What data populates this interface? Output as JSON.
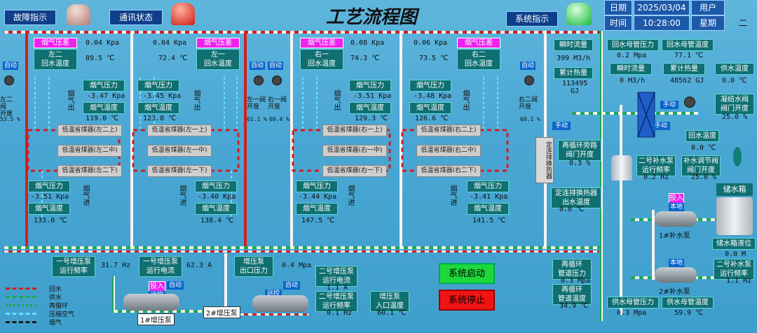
{
  "header": {
    "fault_label": "故障指示",
    "comm_label": "通讯状态",
    "title": "工艺流程图",
    "sys_label": "系统指示",
    "date_label": "日期",
    "date_value": "2025/03/04",
    "user_label": "用户",
    "time_label": "时间",
    "time_value": "10:28:00",
    "weekday_label": "星期",
    "weekday_value": "二"
  },
  "top": {
    "flue_diff_label": "烟气压差",
    "left2": {
      "name": "左二\n回水温度",
      "dp": "0.04 Kpa",
      "temp": "89.5 ℃"
    },
    "left1": {
      "name": "左一\n回水温度",
      "dp": "0.04 Kpa",
      "temp": "72.4 ℃"
    },
    "right1": {
      "name": "右一\n回水温度",
      "dp": "0.08 Kpa",
      "temp": "74.3 ℃"
    },
    "right2": {
      "name": "右二\n回水温度",
      "dp": "0.06 Kpa",
      "temp": "73.5 ℃"
    }
  },
  "valves": {
    "auto": "自动",
    "left2_label": "左二阀\n开度",
    "left2_val": "53.5 %",
    "left1_label": "左一阀\n开度",
    "left1_val": "61.1 %",
    "right1_label": "右一阀\n开度",
    "right1_val": "60.4 %",
    "right2_label": "右二阀\n开度",
    "right2_val": "60.1 %"
  },
  "flue": {
    "pressure_label": "烟气压力",
    "temp_label": "烟气温度",
    "out_label": "烟气出",
    "in_label": "烟气进",
    "a_p": "-3.47 Kpa",
    "a_t": "119.0 ℃",
    "b_p": "-3.45 Kpa",
    "b_t": "123.8 ℃",
    "c_p": "-3.51 Kpa",
    "c_t": "129.3 ℃",
    "d_p": "-3.48 Kpa",
    "d_t": "126.6 ℃",
    "e_p": "-3.51 Kpa",
    "e_t": "133.0 ℃",
    "f_p": "-3.40 Kpa",
    "f_t": "138.4 ℃",
    "g_p": "-3.44 Kpa",
    "g_t": "147.5 ℃",
    "h_p": "-3.41 Kpa",
    "h_t": "141.5 ℃"
  },
  "economizers": {
    "l2": [
      "低温省煤器(左二上)",
      "低温省煤器(左二中)",
      "低温省煤器(左二下)"
    ],
    "l1": [
      "低温省煤器(左一上)",
      "低温省煤器(左一中)",
      "低温省煤器(左一下)"
    ],
    "r1": [
      "低温省煤器(右一上)",
      "低温省煤器(右一中)",
      "低温省煤器(右一下)"
    ],
    "r2": [
      "低温省煤器(右二上)",
      "低温省煤器(右二中)",
      "低温省煤器(右二下)"
    ]
  },
  "right_panel": {
    "inst_flow_label": "瞬时流量",
    "inst_flow_val": "399 M3/h",
    "cum_heat_label": "累计热量",
    "cum_heat_val": "113495\nGJ",
    "hx_label": "定连排换热器",
    "manual": "手动",
    "rec_bypass_label": "再循环旁路\n阀门开度",
    "rec_bypass_val": "0.3 %",
    "hx_out_label": "定连排换热器\n出水温度",
    "hx_out_val": "0.0 ℃",
    "rec_p_label": "再循环\n管道压力",
    "rec_p_val": "0.3 Mpa",
    "rec_t_label": "再循环\n管道温度",
    "rec_t_val": "34.9 ℃",
    "ret_p_label": "回水母管压力",
    "ret_p_val": "0.2 Mpa",
    "ret_t_label": "回水母管温度",
    "ret_t_val": "77.1 ℃",
    "inst_flow2_label": "瞬时流量",
    "inst_flow2_val": "0 M3/h",
    "cum_heat2_label": "累计热量",
    "cum_heat2_val": "48562 GJ",
    "supply_t_label": "供水温度",
    "supply_t_val": "0.0 ℃",
    "cond_valve_label": "凝结水阀\n阀门开度",
    "cond_valve_val": "25.0 %",
    "ret_temp_label": "回水温度",
    "ret_temp_val": "0.0 ℃",
    "mk2_freq_label": "二号补水泵\n运行频率",
    "mk2_freq_val": "0.2 Hz",
    "mk_valve_label": "补水调节阀\n阀门开度",
    "mk_valve_val": "25.0 %",
    "tank_label": "储水箱",
    "tank_level_label": "储水箱液位",
    "tank_level_val": "0.0 M",
    "input": "投入",
    "local": "本地",
    "pump1_label": "1#补水泵",
    "pump2_label": "2#补水泵",
    "mk2_freq2_label": "二号补水泵\n运行频率",
    "mk2_freq2_val": "1.1 Hz",
    "sup_p_label": "供水母管压力",
    "sup_p_val": "0.3 Mpa",
    "sup_t_label": "供水母管温度",
    "sup_t_val": "59.9 ℃"
  },
  "bottom": {
    "b1_freq_label": "一号增压泵\n运行频率",
    "b1_freq_val": "31.7 Hz",
    "b1_cur_label": "一号增压泵\n运行电流",
    "b1_cur_val": "62.3 A",
    "out_p_label": "增压泵\n出口压力",
    "out_p_val": "0.4 Mpa",
    "b2_cur_label": "二号增压泵\n运行电流",
    "b2_cur_val": "1.1 A",
    "b2_freq_label": "二号增压泵\n运行频率",
    "b2_freq_val": "0.1 Hz",
    "in_t_label": "增压泵\n入口温度",
    "in_t_val": "60.1 ℃",
    "input": "投入",
    "auto": "自动",
    "remote": "远控",
    "pump1": "1#增压泵",
    "pump2": "2#增压泵",
    "start": "系统启动",
    "stop": "系统停止"
  },
  "legend": [
    {
      "label": "回水",
      "color": "#d21e1e"
    },
    {
      "label": "供水",
      "color": "#1fa84e"
    },
    {
      "label": "再循环",
      "color": "#1fa84e"
    },
    {
      "label": "压缩空气",
      "color": "#66e0ff"
    },
    {
      "label": "烟气",
      "color": "#1a1a1a"
    }
  ]
}
